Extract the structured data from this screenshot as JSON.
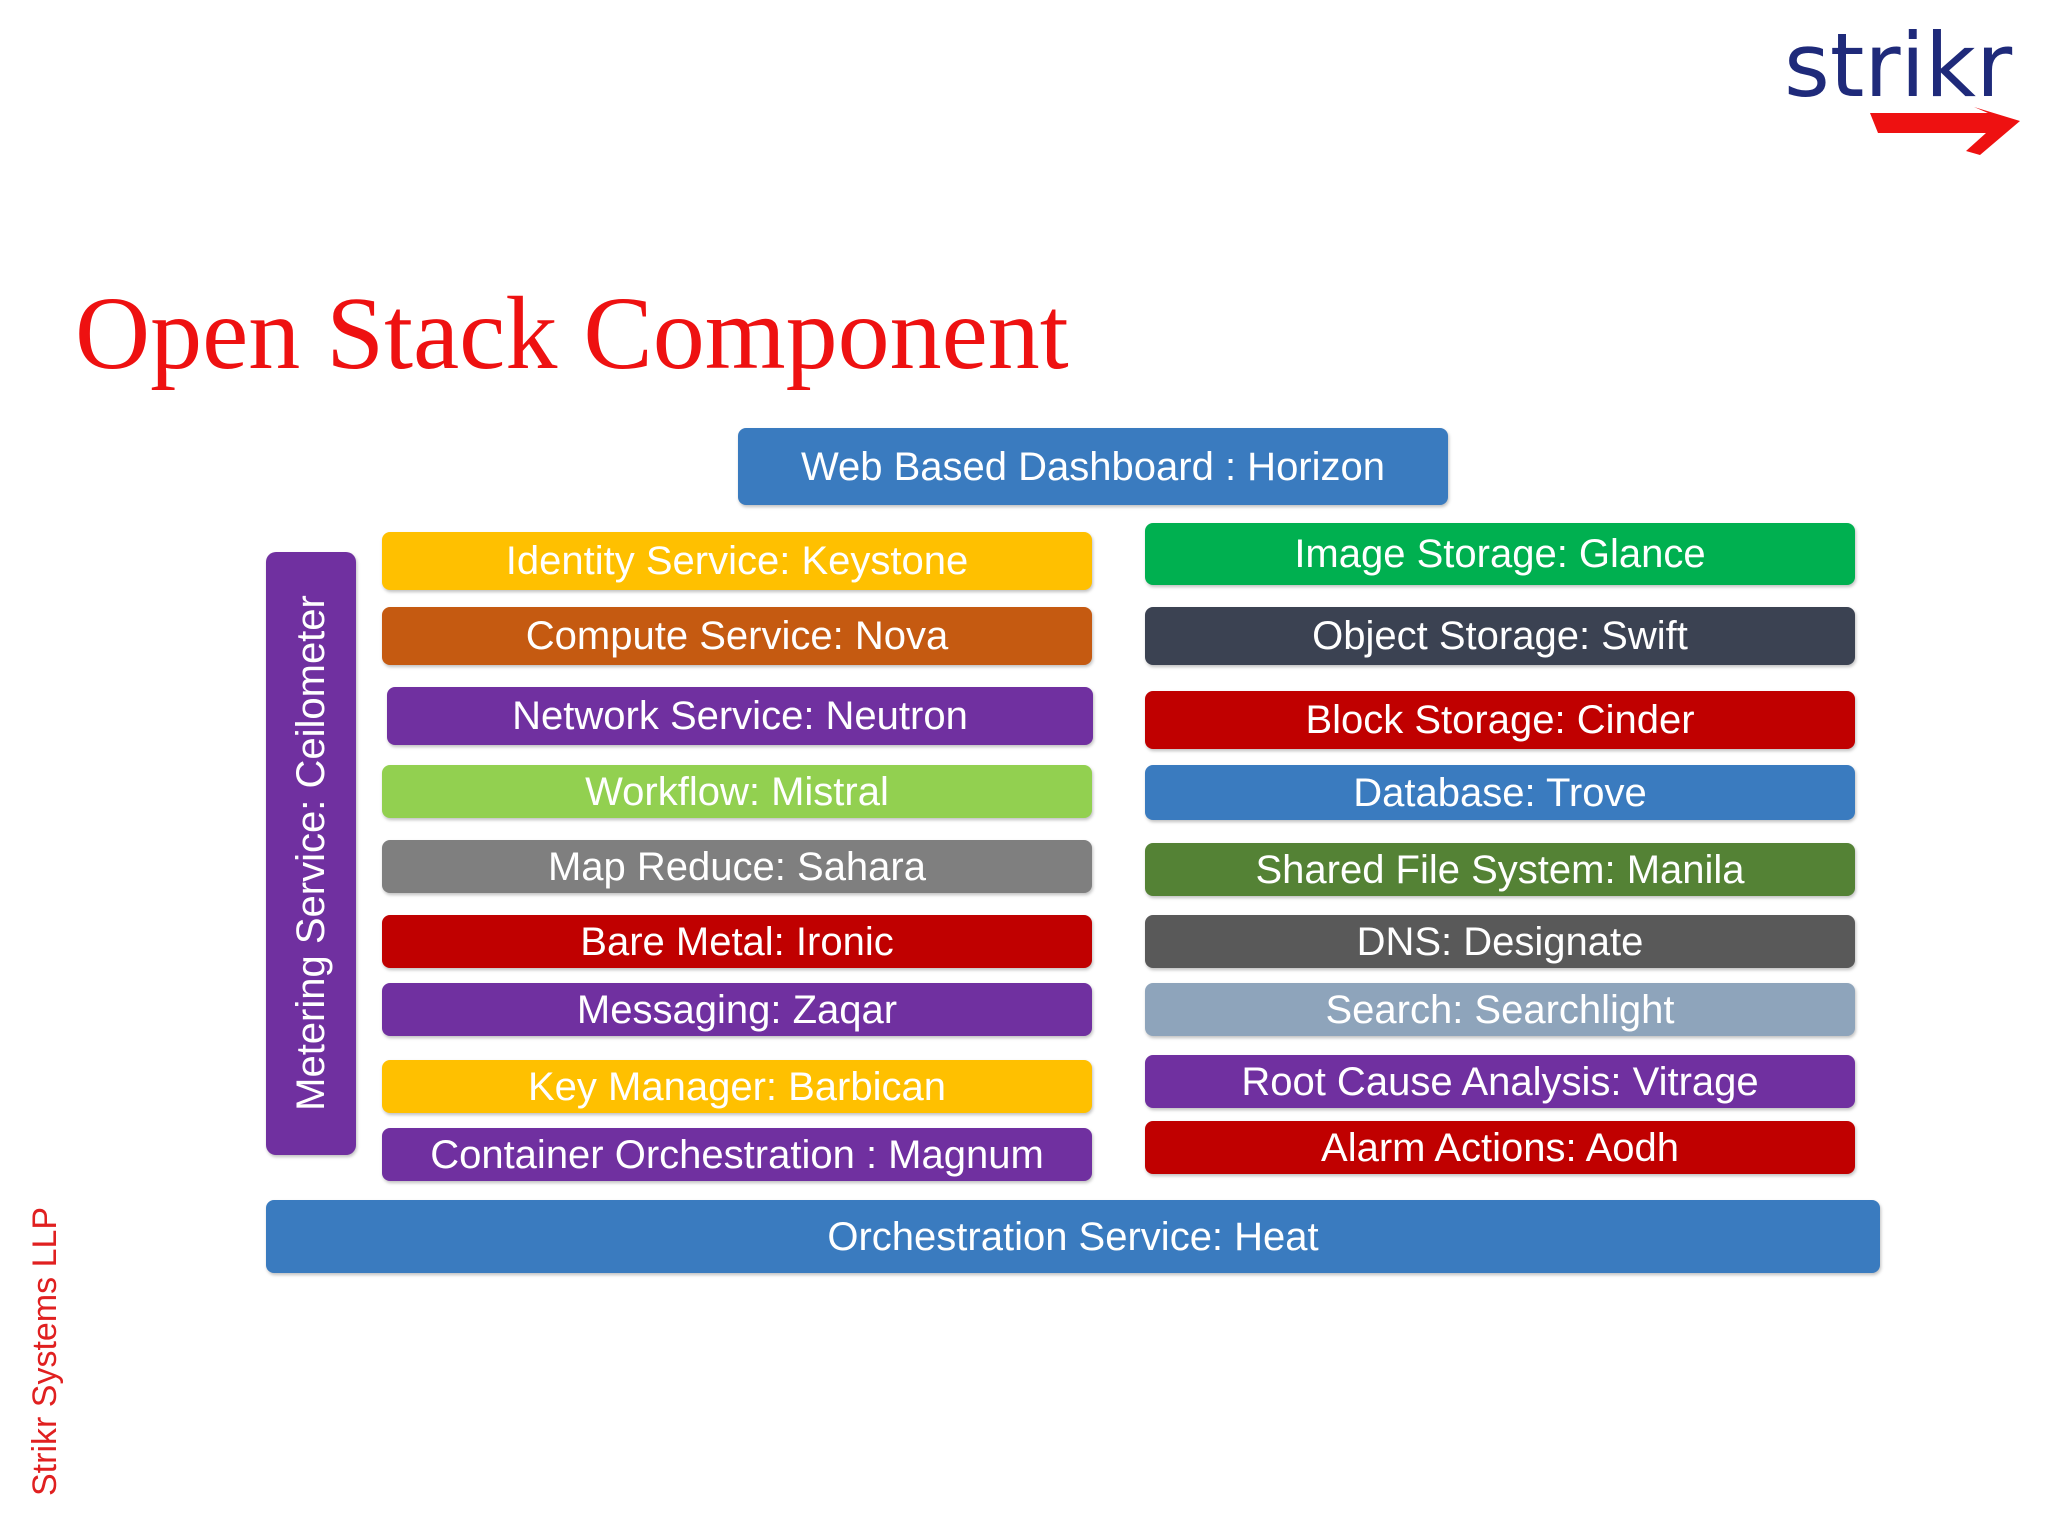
{
  "logo": {
    "text": "strikr",
    "text_color": "#1f2a7a",
    "arrow_color": "#ee1111"
  },
  "title": "Open Stack Component",
  "footer": "Strikr Systems LLP",
  "diagram": {
    "top": {
      "label": "Web Based Dashboard : Horizon",
      "color": "#3a7bbf"
    },
    "side": {
      "label": "Metering Service: Ceilometer",
      "color": "#7030a0"
    },
    "left": [
      {
        "label": "Identity Service: Keystone",
        "color": "#ffc000"
      },
      {
        "label": "Compute Service: Nova",
        "color": "#c55a11"
      },
      {
        "label": "Network Service: Neutron",
        "color": "#7030a0"
      },
      {
        "label": "Workflow: Mistral",
        "color": "#92d050"
      },
      {
        "label": "Map Reduce: Sahara",
        "color": "#7f7f7f"
      },
      {
        "label": "Bare Metal: Ironic",
        "color": "#c00000"
      },
      {
        "label": "Messaging: Zaqar",
        "color": "#7030a0"
      },
      {
        "label": "Key Manager: Barbican",
        "color": "#ffc000"
      },
      {
        "label": "Container Orchestration : Magnum",
        "color": "#7030a0"
      }
    ],
    "right": [
      {
        "label": "Image Storage: Glance",
        "color": "#00b050"
      },
      {
        "label": "Object Storage: Swift",
        "color": "#3b4252"
      },
      {
        "label": "Block Storage: Cinder",
        "color": "#c00000"
      },
      {
        "label": "Database: Trove",
        "color": "#3a7bbf"
      },
      {
        "label": "Shared File System: Manila",
        "color": "#548235"
      },
      {
        "label": "DNS: Designate",
        "color": "#595959"
      },
      {
        "label": "Search: Searchlight",
        "color": "#8ea4bb"
      },
      {
        "label": "Root Cause Analysis: Vitrage",
        "color": "#7030a0"
      },
      {
        "label": "Alarm Actions: Aodh",
        "color": "#c00000"
      }
    ],
    "bottom": {
      "label": "Orchestration Service: Heat",
      "color": "#3a7bbf"
    }
  }
}
